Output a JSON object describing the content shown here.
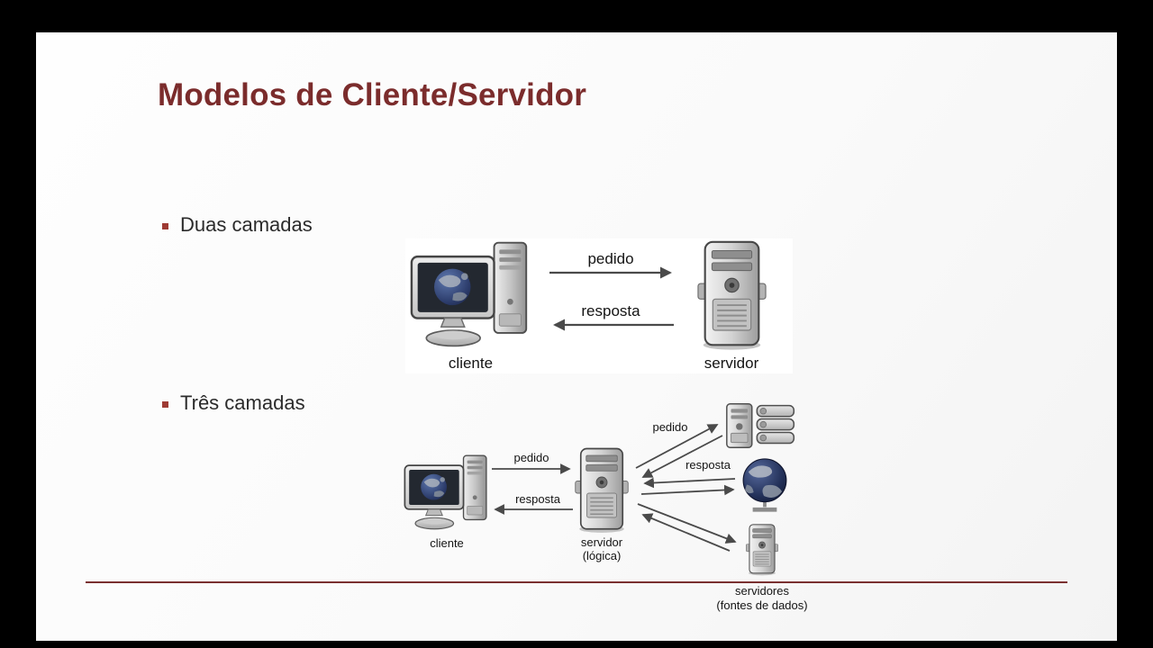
{
  "slide": {
    "title": "Modelos de Cliente/Servidor",
    "bullets": [
      {
        "label": "Duas camadas"
      },
      {
        "label": "Três camadas"
      }
    ]
  },
  "two_tier": {
    "request_label": "pedido",
    "response_label": "resposta",
    "client_label": "cliente",
    "server_label": "servidor"
  },
  "three_tier": {
    "request_label": "pedido",
    "response_label": "resposta",
    "backend_request_label": "pedido",
    "backend_response_label": "resposta",
    "client_label": "cliente",
    "server_label": "servidor",
    "server_sublabel": "(lógica)",
    "backend_label": "servidores",
    "backend_sublabel": "(fontes de dados)"
  },
  "icons": {
    "client_computer": "desktop-computer-with-globe-screen",
    "logic_server": "server-tower",
    "database_server": "server-with-disk-array",
    "web_server": "globe-on-network-stand",
    "data_source_server": "server-tower-small",
    "arrows": "gray-request-response-arrows"
  },
  "colors": {
    "title": "#7b2c2c",
    "accent_line": "#7a3030",
    "bullet_marker": "#9e3a33",
    "body_text": "#2b2b2b",
    "diagram_arrow": "#4a4a4a"
  }
}
